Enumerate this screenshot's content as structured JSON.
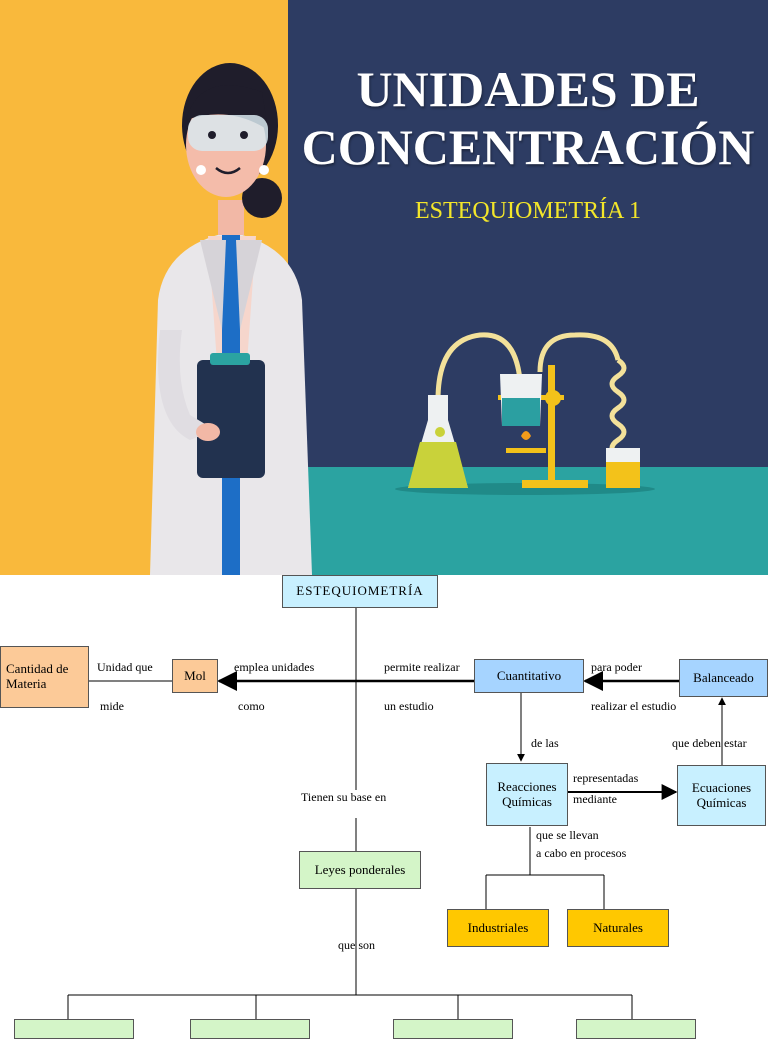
{
  "banner": {
    "title_line_1": "UNIDADES DE",
    "title_line_2": "CONCENTRACIÓN",
    "subtitle": "ESTEQUIOMETRÍA 1",
    "colors": {
      "left_bg": "#f9b93c",
      "right_bg": "#2d3c63",
      "floor": "#2ba3a1",
      "title": "#ffffff",
      "subtitle": "#f3e62a"
    }
  },
  "concept_map": {
    "nodes": {
      "estequiometria": "ESTEQUIOMETRÍA",
      "cantidad": "Cantidad de Materia",
      "mol": "Mol",
      "cuantitativo": "Cuantitativo",
      "balanceado": "Balanceado",
      "reacciones": "Reacciones Químicas",
      "ecuaciones": "Ecuaciones Químicas",
      "leyes": "Leyes ponderales",
      "industriales": "Industriales",
      "naturales": "Naturales"
    },
    "links": {
      "unidad_que": "Unidad que",
      "mide": "mide",
      "emplea_unidades": "emplea unidades",
      "como": "como",
      "permite_realizar": "permite realizar",
      "un_estudio": "un estudio",
      "para_poder": "para poder",
      "realizar_el_estudio": "realizar el estudio",
      "de_las": "de las",
      "que_deben_estar": "que deben estar",
      "representadas": "representadas",
      "mediante": "mediante",
      "tienen_su_base_en": "Tienen su base en",
      "que_se_llevan": "que se llevan",
      "a_cabo_en_procesos": "a cabo en procesos",
      "que_son": "que son"
    },
    "colors": {
      "blue": "#a6d4ff",
      "light_blue": "#c8f0ff",
      "green": "#d4f5c8",
      "orange": "#fcca98",
      "gold": "#ffc800"
    }
  }
}
